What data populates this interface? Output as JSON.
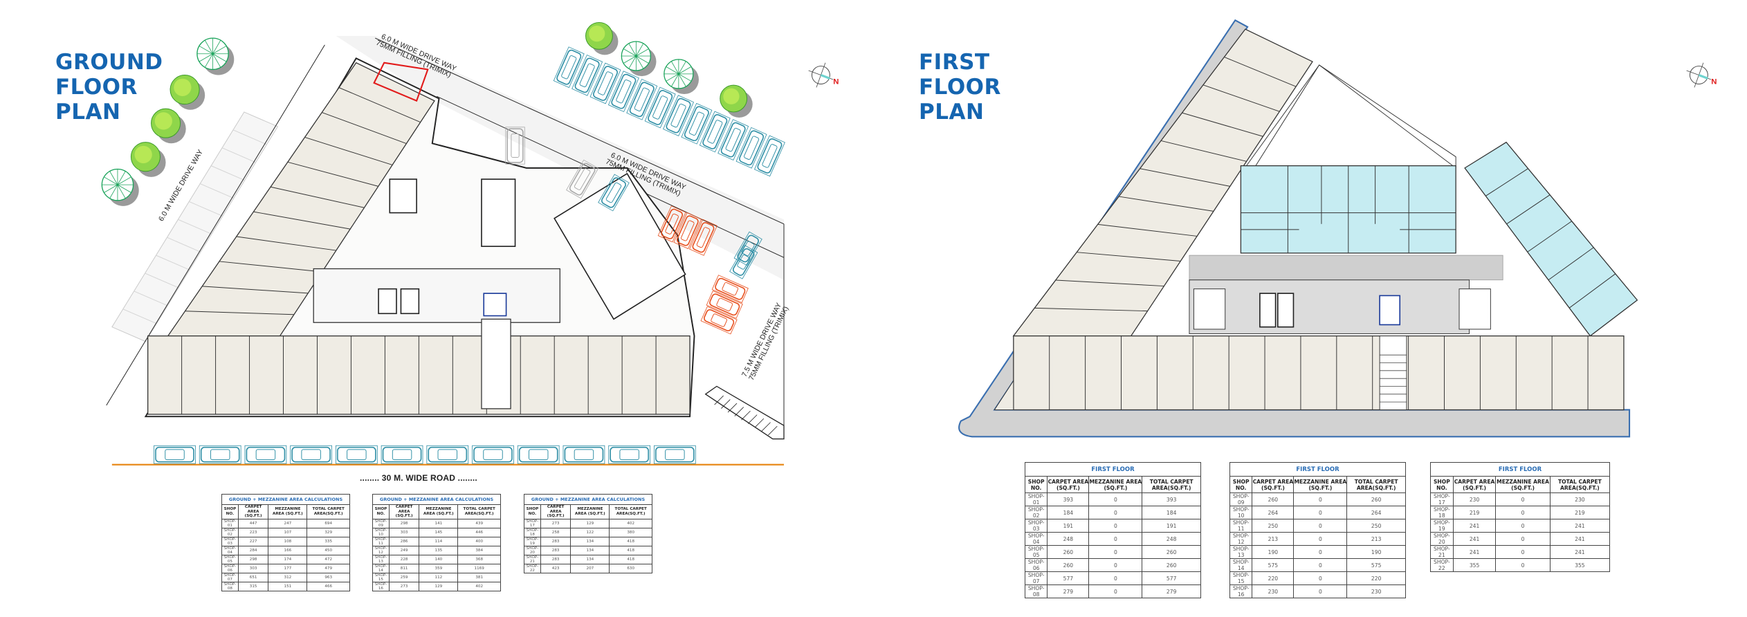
{
  "ground_floor": {
    "title_lines": [
      "GROUND",
      "FLOOR",
      "PLAN"
    ],
    "road_labels": {
      "top_drive_1": [
        "6.0 M  WIDE DRIVE WAY",
        "75MM FILLING (TRIMIX)"
      ],
      "top_drive_2": [
        "6.0 M  WIDE DRIVE WAY",
        "75MM FILLING (TRIMIX)"
      ],
      "right_drive": [
        "7.5 M  WIDE DRIVE WAY",
        "75MM FILLING (TRIMIX)"
      ],
      "left_drive": [
        "6.0 M  WIDE DRIVE WAY"
      ],
      "main_road": "........  30 M. WIDE ROAD  ........"
    },
    "compass_label": "N",
    "tables": [
      {
        "caption": "GROUND + MEZZANINE AREA CALCULATIONS",
        "headers": [
          "SHOP NO.",
          "CARPET AREA (SQ.FT.)",
          "MEZZANINE AREA (SQ.FT.)",
          "TOTAL CARPET AREA(SQ.FT.)"
        ],
        "rows": [
          [
            "SHOP-01",
            "447",
            "247",
            "694"
          ],
          [
            "SHOP-02",
            "223",
            "107",
            "329"
          ],
          [
            "SHOP-03",
            "227",
            "108",
            "335"
          ],
          [
            "SHOP-04",
            "284",
            "166",
            "450"
          ],
          [
            "SHOP-05",
            "298",
            "174",
            "472"
          ],
          [
            "SHOP-06",
            "303",
            "177",
            "479"
          ],
          [
            "SHOP-07",
            "651",
            "312",
            "963"
          ],
          [
            "SHOP-08",
            "315",
            "151",
            "466"
          ]
        ]
      },
      {
        "caption": "GROUND + MEZZANINE AREA CALCULATIONS",
        "headers": [
          "SHOP NO.",
          "CARPET AREA (SQ.FT.)",
          "MEZZANINE AREA (SQ.FT.)",
          "TOTAL CARPET AREA(SQ.FT.)"
        ],
        "rows": [
          [
            "SHOP-09",
            "298",
            "141",
            "439"
          ],
          [
            "SHOP-10",
            "303",
            "145",
            "446"
          ],
          [
            "SHOP-11",
            "286",
            "114",
            "400"
          ],
          [
            "SHOP-12",
            "249",
            "135",
            "384"
          ],
          [
            "SHOP-13",
            "228",
            "140",
            "368"
          ],
          [
            "SHOP-14",
            "811",
            "359",
            "1169"
          ],
          [
            "SHOP-15",
            "259",
            "112",
            "381"
          ],
          [
            "SHOP-16",
            "273",
            "129",
            "402"
          ]
        ]
      },
      {
        "caption": "GROUND + MEZZANINE AREA CALCULATIONS",
        "headers": [
          "SHOP NO.",
          "CARPET AREA (SQ.FT.)",
          "MEZZANINE AREA (SQ.FT.)",
          "TOTAL CARPET AREA(SQ.FT.)"
        ],
        "rows": [
          [
            "SHOP-17",
            "273",
            "129",
            "402"
          ],
          [
            "SHOP-18",
            "258",
            "122",
            "380"
          ],
          [
            "SHOP-19",
            "283",
            "134",
            "418"
          ],
          [
            "SHOP-20",
            "283",
            "134",
            "418"
          ],
          [
            "SHOP-21",
            "283",
            "134",
            "418"
          ],
          [
            "SHOP-22",
            "423",
            "207",
            "630"
          ]
        ]
      }
    ]
  },
  "first_floor": {
    "title_lines": [
      "FIRST",
      "FLOOR",
      "PLAN"
    ],
    "compass_label": "N",
    "tables": [
      {
        "caption": "FIRST FLOOR",
        "headers": [
          "SHOP NO.",
          "CARPET AREA (SQ.FT.)",
          "MEZZANINE AREA (SQ.FT.)",
          "TOTAL CARPET AREA(SQ.FT.)"
        ],
        "rows": [
          [
            "SHOP-01",
            "393",
            "0",
            "393"
          ],
          [
            "SHOP-02",
            "184",
            "0",
            "184"
          ],
          [
            "SHOP-03",
            "191",
            "0",
            "191"
          ],
          [
            "SHOP-04",
            "248",
            "0",
            "248"
          ],
          [
            "SHOP-05",
            "260",
            "0",
            "260"
          ],
          [
            "SHOP-06",
            "260",
            "0",
            "260"
          ],
          [
            "SHOP-07",
            "577",
            "0",
            "577"
          ],
          [
            "SHOP-08",
            "279",
            "0",
            "279"
          ]
        ]
      },
      {
        "caption": "FIRST FLOOR",
        "headers": [
          "SHOP NO.",
          "CARPET AREA (SQ.FT.)",
          "MEZZANINE AREA (SQ.FT.)",
          "TOTAL CARPET AREA(SQ.FT.)"
        ],
        "rows": [
          [
            "SHOP-09",
            "260",
            "0",
            "260"
          ],
          [
            "SHOP-10",
            "264",
            "0",
            "264"
          ],
          [
            "SHOP-11",
            "250",
            "0",
            "250"
          ],
          [
            "SHOP-12",
            "213",
            "0",
            "213"
          ],
          [
            "SHOP-13",
            "190",
            "0",
            "190"
          ],
          [
            "SHOP-14",
            "575",
            "0",
            "575"
          ],
          [
            "SHOP-15",
            "220",
            "0",
            "220"
          ],
          [
            "SHOP-16",
            "230",
            "0",
            "230"
          ]
        ]
      },
      {
        "caption": "FIRST FLOOR",
        "headers": [
          "SHOP NO.",
          "CARPET AREA (SQ.FT.)",
          "MEZZANINE AREA (SQ.FT.)",
          "TOTAL CARPET AREA(SQ.FT.)"
        ],
        "rows": [
          [
            "SHOP-17",
            "230",
            "0",
            "230"
          ],
          [
            "SHOP-18",
            "219",
            "0",
            "219"
          ],
          [
            "SHOP-19",
            "241",
            "0",
            "241"
          ],
          [
            "SHOP-20",
            "241",
            "0",
            "241"
          ],
          [
            "SHOP-21",
            "241",
            "0",
            "241"
          ],
          [
            "SHOP-22",
            "355",
            "0",
            "355"
          ]
        ]
      }
    ]
  },
  "colors": {
    "title_blue": "#1565b0",
    "parking_teal": "#2f8fa6",
    "parking_orange": "#e8501e",
    "apartment_blue": "#c6ecf2",
    "shop_fill": "#f0ede5",
    "corridor_gray": "#cfcfcf",
    "road_edge_orange": "#e88a1a",
    "north_red": "#e01b1b"
  }
}
